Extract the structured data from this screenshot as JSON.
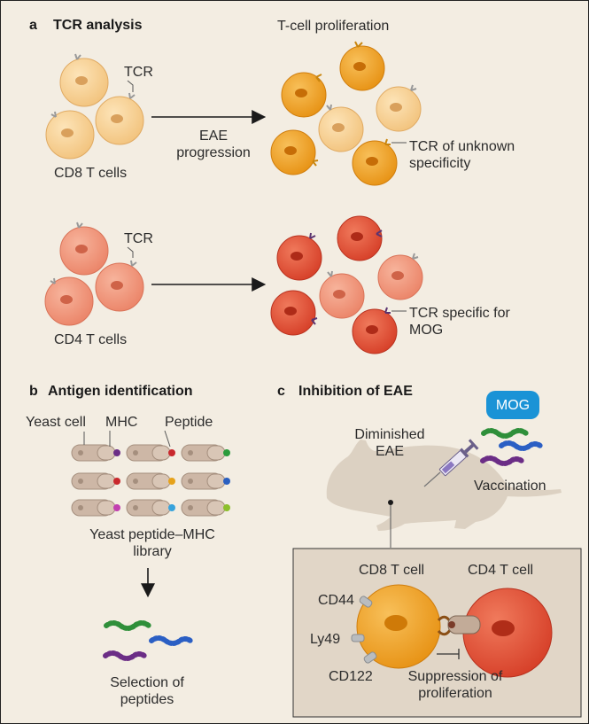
{
  "panel_a": {
    "letter": "a",
    "title": "TCR analysis",
    "proliferation_label": "T-cell proliferation",
    "tcr_label": "TCR",
    "tcr_label_cd4": "TCR",
    "arrow_label": "EAE progression",
    "cd8_label": "CD8 T cells",
    "cd4_label": "CD4 T cells",
    "unknown_tcr_label": "TCR of unknown specificity",
    "mog_tcr_label": "TCR specific for MOG"
  },
  "panel_b": {
    "letter": "b",
    "title": "Antigen identification",
    "yeast_label": "Yeast cell",
    "mhc_label": "MHC",
    "peptide_label": "Peptide",
    "library_label": "Yeast peptide–MHC library",
    "selection_label": "Selection of peptides"
  },
  "panel_c": {
    "letter": "c",
    "title": "Inhibition of EAE",
    "diminished_label": "Diminished EAE",
    "mog_badge": "MOG",
    "vaccination_label": "Vaccination",
    "cd8_cell_label": "CD8 T cell",
    "cd4_cell_label": "CD4 T cell",
    "cd44_label": "CD44",
    "ly49_label": "Ly49",
    "cd122_label": "CD122",
    "suppression_label": "Suppression of proliferation"
  },
  "colors": {
    "background": "#f3ede2",
    "cd8_light": "#f6cc8c",
    "cd8_prolif": "#f1a42a",
    "cd4_light": "#f1967a",
    "cd4_prolif": "#e4533b",
    "inset_box": "#e1d6c7",
    "mog_badge": "#1a93d6"
  }
}
